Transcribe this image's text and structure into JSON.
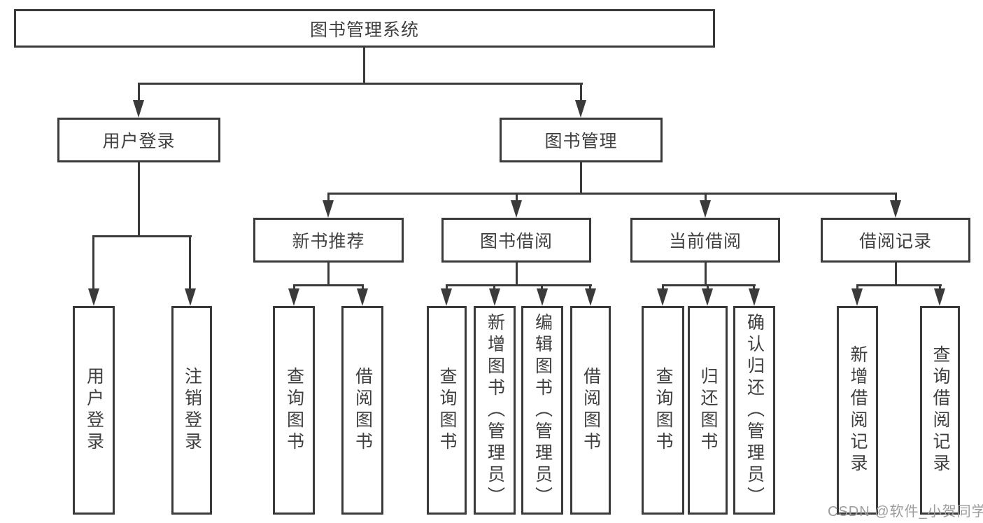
{
  "diagram": {
    "root": "图书管理系统",
    "level2": [
      "用户登录",
      "图书管理"
    ],
    "level3": [
      "新书推荐",
      "图书借阅",
      "当前借阅",
      "借阅记录"
    ],
    "leaves": {
      "user_login": [
        "用户登录",
        "注销登录"
      ],
      "new_book": [
        "查询图书",
        "借阅图书"
      ],
      "book_borrow": [
        "查询图书",
        "新增图书（管理员）",
        "编辑图书（管理员）",
        "借阅图书"
      ],
      "current_borrow": [
        "查询图书",
        "归还图书",
        "确认归还（管理员）"
      ],
      "borrow_record": [
        "新增借阅记录",
        "查询借阅记录"
      ]
    }
  },
  "watermark": {
    "text": "CSDN @软件_小贺同学"
  },
  "colors": {
    "line": "#3a3a3a",
    "text": "#3f3f3f",
    "watermark": "#9c9c9c",
    "background": "#ffffff"
  }
}
